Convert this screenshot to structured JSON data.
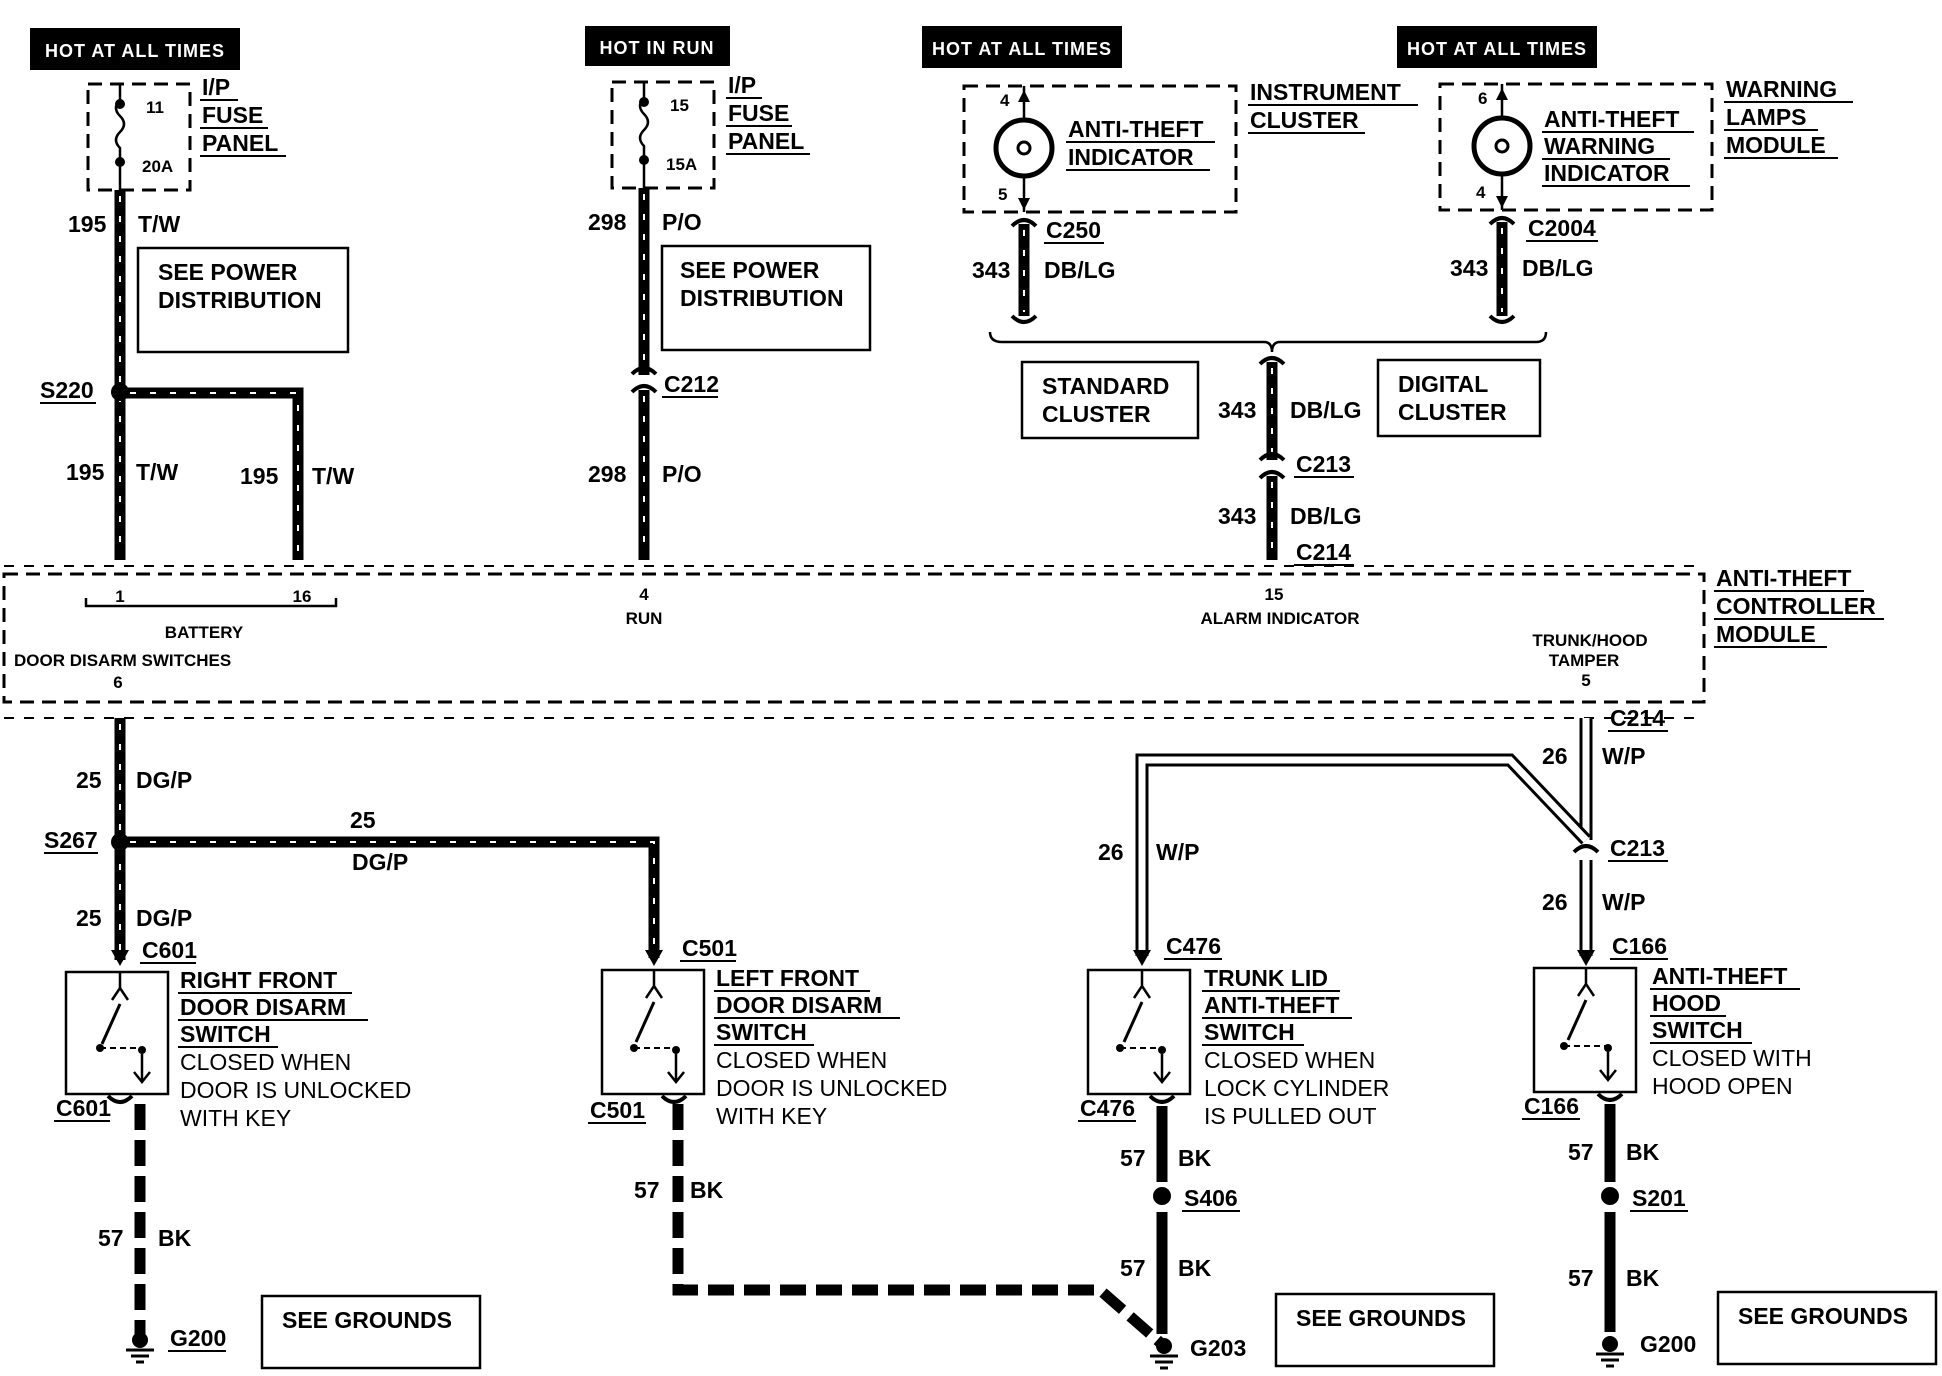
{
  "top": {
    "hot_all_times_1": "HOT AT ALL TIMES",
    "hot_in_run": "HOT IN RUN",
    "hot_all_times_2": "HOT AT ALL TIMES",
    "hot_all_times_3": "HOT AT ALL TIMES"
  },
  "fuse1": {
    "line1": "I/P",
    "line2": "FUSE",
    "line3": "PANEL",
    "num": "11",
    "amp": "20A"
  },
  "fuse2": {
    "line1": "I/P",
    "line2": "FUSE",
    "line3": "PANEL",
    "num": "15",
    "amp": "15A"
  },
  "cluster": {
    "ind1": "ANTI-THEFT",
    "ind2": "INDICATOR",
    "name1": "INSTRUMENT",
    "name2": "CLUSTER",
    "pin_top": "4",
    "pin_bot": "5",
    "connector": "C250",
    "circuit": "343",
    "color": "DB/LG"
  },
  "warnmod": {
    "ind1": "ANTI-THEFT",
    "ind2": "WARNING",
    "ind3": "INDICATOR",
    "name1": "WARNING",
    "name2": "LAMPS",
    "name3": "MODULE",
    "pin_top": "6",
    "pin_bot": "4",
    "connector": "C2004",
    "circuit": "343",
    "color": "DB/LG"
  },
  "power": {
    "see1": "SEE POWER",
    "dist1": "DISTRIBUTION",
    "see2": "SEE POWER",
    "dist2": "DISTRIBUTION"
  },
  "clusterbox": {
    "std1": "STANDARD",
    "std2": "CLUSTER",
    "dig1": "DIGITAL",
    "dig2": "CLUSTER"
  },
  "wires": {
    "w195a": "195",
    "tw_a": "T/W",
    "w195b": "195",
    "tw_b": "T/W",
    "w195c": "195",
    "tw_c": "T/W",
    "s220": "S220",
    "w298a": "298",
    "po_a": "P/O",
    "c212": "C212",
    "w298b": "298",
    "po_b": "P/O",
    "w343a": "343",
    "dblg_a": "DB/LG",
    "c213a": "C213",
    "w343b": "343",
    "dblg_b": "DB/LG",
    "c214a": "C214"
  },
  "module": {
    "name1": "ANTI-THEFT",
    "name2": "CONTROLLER",
    "name3": "MODULE",
    "pin1": "1",
    "pin16": "16",
    "battery": "BATTERY",
    "pin4": "4",
    "run": "RUN",
    "pin15": "15",
    "alarm": "ALARM INDICATOR",
    "door_disarm": "DOOR DISARM SWITCHES",
    "pin6": "6",
    "tamper1": "TRUNK/HOOD",
    "tamper2": "TAMPER",
    "pin5": "5"
  },
  "lower": {
    "w25a": "25",
    "dgp_a": "DG/P",
    "s267": "S267",
    "w25b": "25",
    "dgp_b": "DG/P",
    "w25c": "25",
    "dgp_c": "DG/P",
    "c214b": "C214",
    "w26a": "26",
    "wp_a": "W/P",
    "c213b": "C213",
    "w26b": "26",
    "wp_b": "W/P",
    "w26c": "26",
    "wp_c": "W/P"
  },
  "sw1": {
    "top_conn": "C601",
    "bot_conn": "C601",
    "n1": "RIGHT FRONT",
    "n2": "DOOR DISARM",
    "n3": "SWITCH",
    "d1": "CLOSED WHEN",
    "d2": "DOOR IS UNLOCKED",
    "d3": "WITH KEY",
    "w": "57",
    "c": "BK",
    "g": "G200",
    "see": "SEE GROUNDS"
  },
  "sw2": {
    "top_conn": "C501",
    "bot_conn": "C501",
    "n1": "LEFT FRONT",
    "n2": "DOOR DISARM",
    "n3": "SWITCH",
    "d1": "CLOSED WHEN",
    "d2": "DOOR IS UNLOCKED",
    "d3": "WITH KEY",
    "w": "57",
    "c": "BK"
  },
  "sw3": {
    "top_conn": "C476",
    "bot_conn": "C476",
    "n1": "TRUNK LID",
    "n2": "ANTI-THEFT",
    "n3": "SWITCH",
    "d1": "CLOSED WHEN",
    "d2": "LOCK CYLINDER",
    "d3": "IS PULLED OUT",
    "w1": "57",
    "c1": "BK",
    "splice": "S406",
    "w2": "57",
    "c2": "BK",
    "g": "G203",
    "see": "SEE GROUNDS"
  },
  "sw4": {
    "top_conn": "C166",
    "bot_conn": "C166",
    "n1": "ANTI-THEFT",
    "n2": "HOOD",
    "n3": "SWITCH",
    "d1": "CLOSED WITH",
    "d2": "HOOD OPEN",
    "w1": "57",
    "c1": "BK",
    "splice": "S201",
    "w2": "57",
    "c2": "BK",
    "g": "G200",
    "see": "SEE GROUNDS"
  }
}
